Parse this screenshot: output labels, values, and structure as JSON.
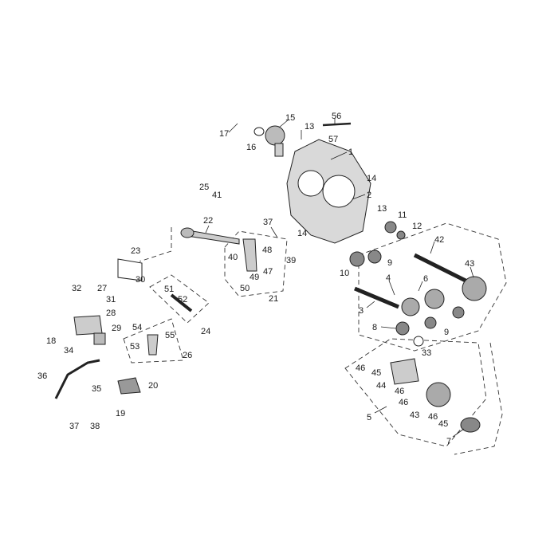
{
  "diagram": {
    "labels": [
      "1",
      "2",
      "3",
      "4",
      "5",
      "6",
      "7",
      "8",
      "9",
      "9",
      "10",
      "11",
      "12",
      "13",
      "13",
      "14",
      "14",
      "15",
      "16",
      "17",
      "18",
      "19",
      "20",
      "21",
      "22",
      "23",
      "24",
      "25",
      "26",
      "27",
      "28",
      "29",
      "30",
      "31",
      "32",
      "33",
      "34",
      "35",
      "36",
      "37",
      "37",
      "38",
      "39",
      "40",
      "41",
      "42",
      "43",
      "43",
      "44",
      "45",
      "45",
      "46",
      "46",
      "46",
      "46",
      "47",
      "48",
      "49",
      "50",
      "51",
      "52",
      "53",
      "54",
      "55",
      "56",
      "57"
    ]
  },
  "colors": {
    "line": "#222222",
    "part_fill": "#d9d9d9",
    "part_dark": "#8a8a8a",
    "text": "#1a1a1a",
    "background": "#ffffff"
  }
}
